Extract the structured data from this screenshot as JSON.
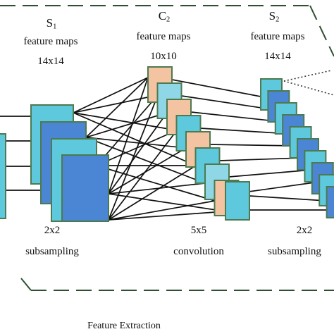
{
  "labels": {
    "s1": {
      "letter": "S",
      "index": "1",
      "line1": "feature maps",
      "line2": "14x14"
    },
    "c2": {
      "letter": "C",
      "index": "2",
      "line1": "feature maps",
      "line2": "10x10"
    },
    "s2": {
      "letter": "S",
      "index": "2",
      "line1": "feature maps",
      "line2": "14x14"
    },
    "op1": {
      "line1": "2x2",
      "line2": "subsampling"
    },
    "op2": {
      "line1": "5x5",
      "line2": "convolution"
    },
    "op3": {
      "line1": "2x2",
      "line2": "subsampling"
    },
    "section": "Feature Extraction"
  },
  "colors": {
    "teal": "#5ec8dc",
    "blue": "#4a86d4",
    "light_blue": "#8fd6e6",
    "peach": "#f4c4a2",
    "border_green": "#4d7a4f",
    "dash": "#2e4f33",
    "line": "#111111"
  }
}
